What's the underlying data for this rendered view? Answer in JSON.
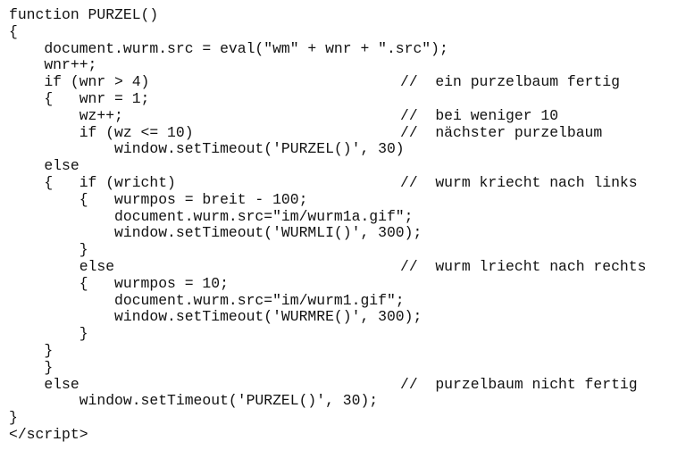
{
  "lines": [
    {
      "code": "function PURZEL()",
      "comment": ""
    },
    {
      "code": "{",
      "comment": ""
    },
    {
      "code": "    document.wurm.src = eval(\"wm\" + wnr + \".src\");",
      "comment": ""
    },
    {
      "code": "    wnr++;",
      "comment": ""
    },
    {
      "code": "    if (wnr > 4)",
      "comment": "//  ein purzelbaum fertig"
    },
    {
      "code": "    {   wnr = 1;",
      "comment": ""
    },
    {
      "code": "        wz++;",
      "comment": "//  bei weniger 10"
    },
    {
      "code": "        if (wz <= 10)",
      "comment": "//  nächster purzelbaum"
    },
    {
      "code": "            window.setTimeout('PURZEL()', 30)",
      "comment": ""
    },
    {
      "code": "    else",
      "comment": ""
    },
    {
      "code": "    {   if (wricht)",
      "comment": "//  wurm kriecht nach links"
    },
    {
      "code": "        {   wurmpos = breit - 100;",
      "comment": ""
    },
    {
      "code": "            document.wurm.src=\"im/wurm1a.gif\";",
      "comment": ""
    },
    {
      "code": "            window.setTimeout('WURMLI()', 300);",
      "comment": ""
    },
    {
      "code": "        }",
      "comment": ""
    },
    {
      "code": "        else",
      "comment": "//  wurm lriecht nach rechts"
    },
    {
      "code": "        {   wurmpos = 10;",
      "comment": ""
    },
    {
      "code": "            document.wurm.src=\"im/wurm1.gif\";",
      "comment": ""
    },
    {
      "code": "            window.setTimeout('WURMRE()', 300);",
      "comment": ""
    },
    {
      "code": "        }",
      "comment": ""
    },
    {
      "code": "    }",
      "comment": ""
    },
    {
      "code": "    }",
      "comment": ""
    },
    {
      "code": "    else",
      "comment": "//  purzelbaum nicht fertig"
    },
    {
      "code": "        window.setTimeout('PURZEL()', 30);",
      "comment": ""
    },
    {
      "code": "}",
      "comment": ""
    },
    {
      "code": "</script>",
      "comment": ""
    }
  ]
}
